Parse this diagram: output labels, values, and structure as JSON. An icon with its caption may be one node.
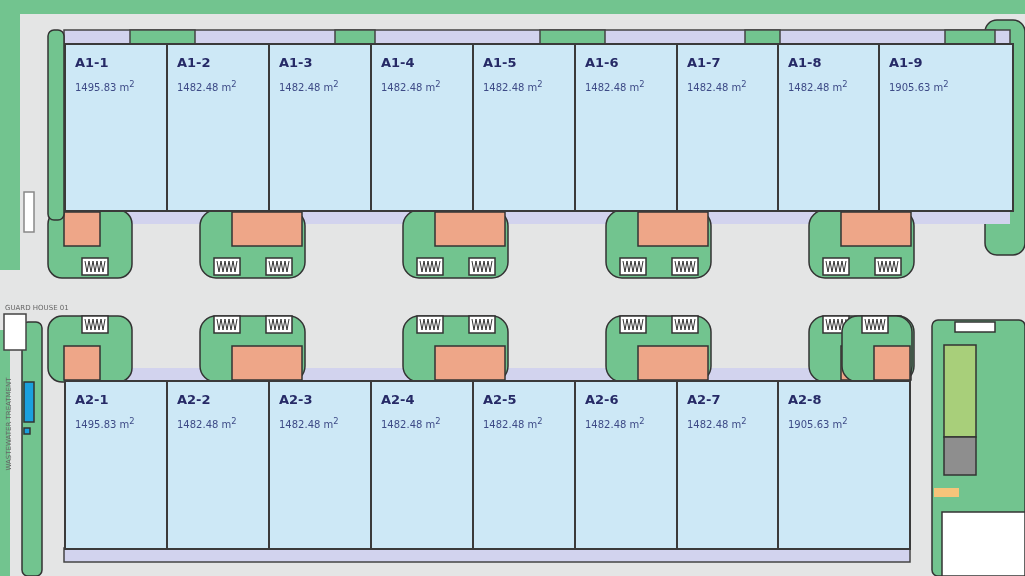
{
  "diagram": {
    "nodes": [
      {
        "text": [
          "A1-1",
          "1495.83 m$^{2}$"
        ]
      },
      {
        "text": [
          "A1-2",
          "1482.48 m$^{2}$"
        ]
      },
      {
        "text": [
          "A1-3",
          "1482.48 m$^{2}$"
        ]
      },
      {
        "text": [
          "A1-4",
          "1482.48 m$^{2}$"
        ]
      },
      {
        "text": [
          "A1-5",
          "1482.48 m$^{2}$"
        ]
      },
      {
        "text": [
          "A1-6",
          "1482.48 m$^{2}$"
        ]
      },
      {
        "text": [
          "A1-7",
          "1482.48 m$^{2}$"
        ]
      },
      {
        "text": [
          "A1-8",
          "1482.48 m$^{2}$"
        ]
      },
      {
        "text": [
          "A1-9",
          "1905.63 m$^{2}$"
        ]
      },
      {
        "text": [
          "A2-1",
          "1495.83 m$^{2}$"
        ]
      },
      {
        "text": [
          "A2-2",
          "1482.48 m$^{2}$"
        ]
      },
      {
        "text": [
          "A2-3",
          "1482.48 m$^{2}$"
        ]
      },
      {
        "text": [
          "A2-4",
          "1482.48 m$^{2}$"
        ]
      },
      {
        "text": [
          "A2-5",
          "1482.48 m$^{2}$"
        ]
      },
      {
        "text": [
          "A2-6",
          "1482.48 m$^{2}$"
        ]
      },
      {
        "text": [
          "A2-7",
          "1482.48 m$^{2}$"
        ]
      },
      {
        "text": [
          "A2-8",
          "1905.63 m$^{2}$"
        ]
      }
    ],
    "labels": [
      "GUARD HOUSE 01",
      "WASTEWATER TREATMENT"
    ]
  }
}
